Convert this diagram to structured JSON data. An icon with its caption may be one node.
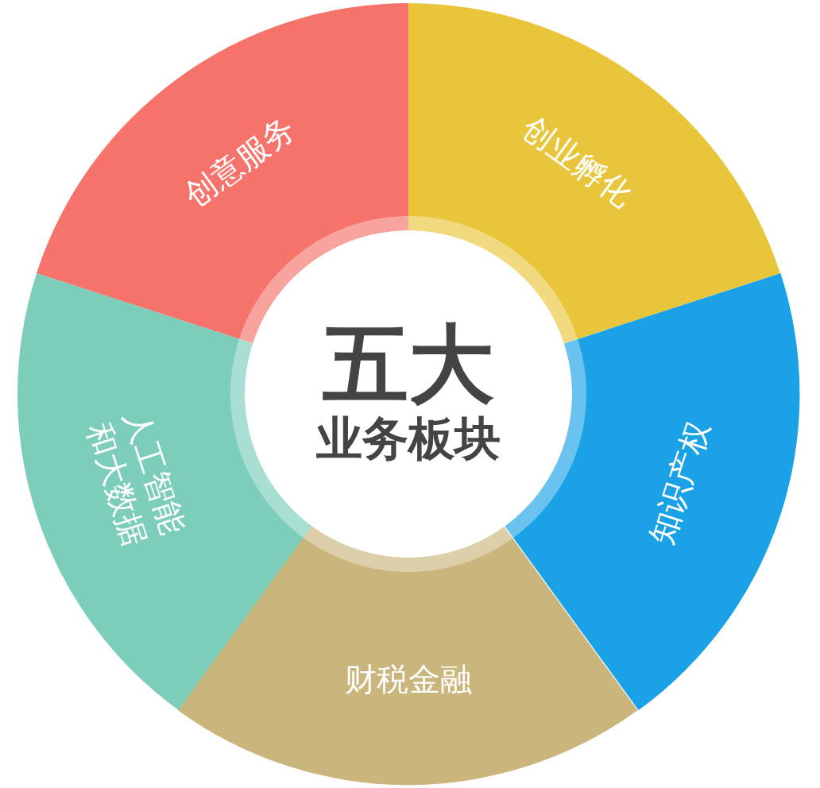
{
  "diagram": {
    "nodes": [
      {
        "text": [
          "创意服务"
        ]
      },
      {
        "text": [
          "创业孵化"
        ]
      },
      {
        "text": [
          "五大",
          "业务板块"
        ]
      },
      {
        "text": [
          "人工智能和大数据"
        ]
      },
      {
        "text": [
          "知识产权"
        ]
      },
      {
        "text": [
          "财税金融"
        ]
      }
    ]
  }
}
